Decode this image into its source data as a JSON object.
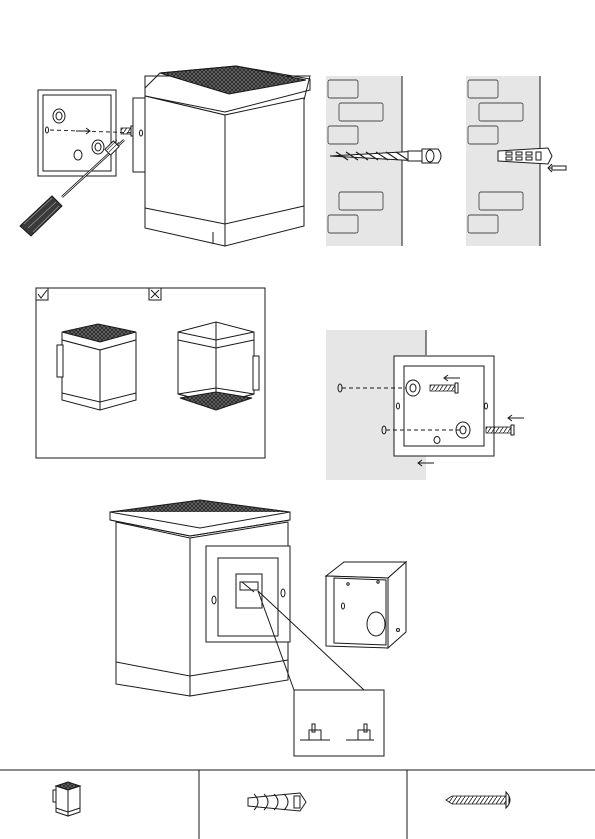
{
  "page": {
    "width": 595,
    "height": 839,
    "background": "#ffffff"
  },
  "panels": [
    {
      "name": "step-1-open-lamp"
    },
    {
      "name": "step-2-drill-wall"
    },
    {
      "name": "step-3-insert-wall-plug"
    },
    {
      "name": "step-4-correct-orientation"
    },
    {
      "name": "step-5-mount-plate"
    },
    {
      "name": "step-6-connect-wires"
    }
  ],
  "orientation": {
    "correct_icon": "check-icon",
    "wrong_icon": "cross-icon"
  },
  "parts_legend": [
    {
      "icon": "lamp-body-icon"
    },
    {
      "icon": "wall-plug-icon"
    },
    {
      "icon": "screw-icon"
    }
  ],
  "colors": {
    "line": "#1a1a1a",
    "wall": "#e6e6e6",
    "grille": "#2c2c2c"
  }
}
